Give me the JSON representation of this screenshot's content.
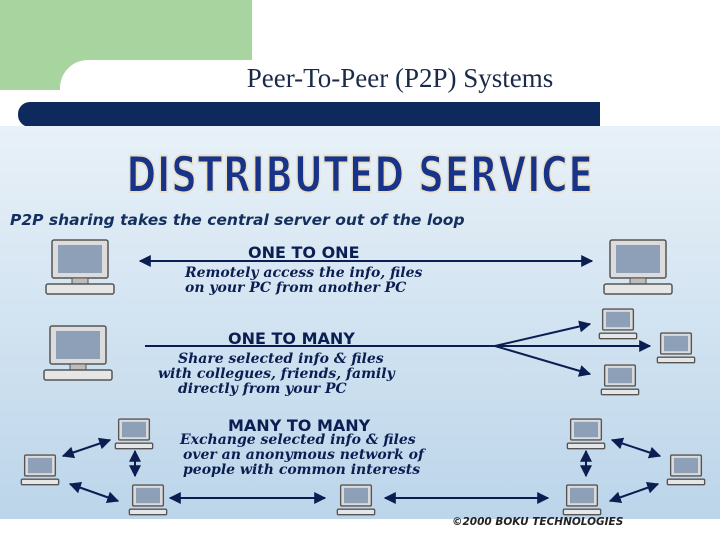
{
  "slide": {
    "title": "Peer-To-Peer (P2P) Systems"
  },
  "graphic": {
    "heading": "DISTRIBUTED SERVICE",
    "tagline": "P2P sharing takes the central server out of the loop",
    "sections": [
      {
        "heading": "ONE TO ONE",
        "lines": [
          "Remotely access the info, files",
          "on your PC from another PC"
        ]
      },
      {
        "heading": "ONE TO MANY",
        "lines": [
          "Share selected info & files",
          "with collegues, friends, family",
          "directly from your PC"
        ]
      },
      {
        "heading": "MANY TO MANY",
        "lines": [
          "Exchange selected info & files",
          "over an anonymous network of",
          "people with common interests"
        ]
      }
    ],
    "copyright": "©2000 BOKU TECHNOLOGIES"
  },
  "colors": {
    "accent_green": "#a8d4a0",
    "navy": "#0e2a5c",
    "graphic_heading": "#17338a"
  },
  "icons": [
    "computer-icon"
  ]
}
